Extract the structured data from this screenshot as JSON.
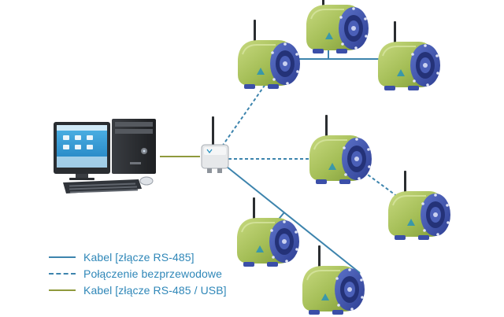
{
  "colors": {
    "cable": "#3d84ad",
    "wireless": "#3d84ad",
    "usb_cable": "#8f9a3c",
    "sensor_body": "#a5bf57",
    "sensor_cap": "#3b4fa8",
    "legend_text": "#2f87b8"
  },
  "legend": [
    {
      "label": "Kabel [złącze RS-485]",
      "line": "solid",
      "color": "#3d84ad"
    },
    {
      "label": "Połączenie bezprzewodowe",
      "line": "dashed",
      "color": "#3d84ad"
    },
    {
      "label": "Kabel [złącze RS-485 / USB]",
      "line": "solid",
      "color": "#8f9a3c"
    }
  ],
  "nodes": [
    {
      "type": "computer",
      "icon": "computer-icon"
    },
    {
      "type": "gateway",
      "icon": "gateway-icon"
    },
    {
      "type": "sensor",
      "icon": "sensor-icon",
      "count": 7
    }
  ]
}
